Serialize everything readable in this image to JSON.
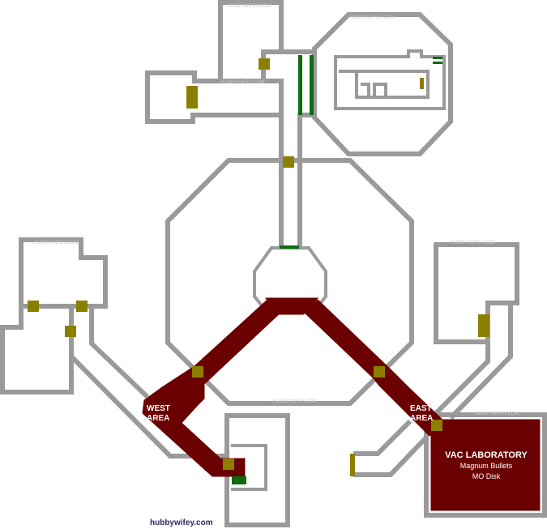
{
  "areas": {
    "west": {
      "line1": "WEST",
      "line2": "AREA"
    },
    "east": {
      "line1": "EAST",
      "line2": "AREA"
    }
  },
  "vac_laboratory": {
    "title": "VAC LABORATORY",
    "items": [
      "Magnum Bullets",
      "MO Disk"
    ]
  },
  "watermark": "HUBBYWIFEY.COM",
  "credit": "hubbywifey.com",
  "colors": {
    "wall": "#9a9a9a",
    "explored": "#6b0000",
    "locked_door": "#8c7f00",
    "green_door": "#0f6b0f"
  }
}
